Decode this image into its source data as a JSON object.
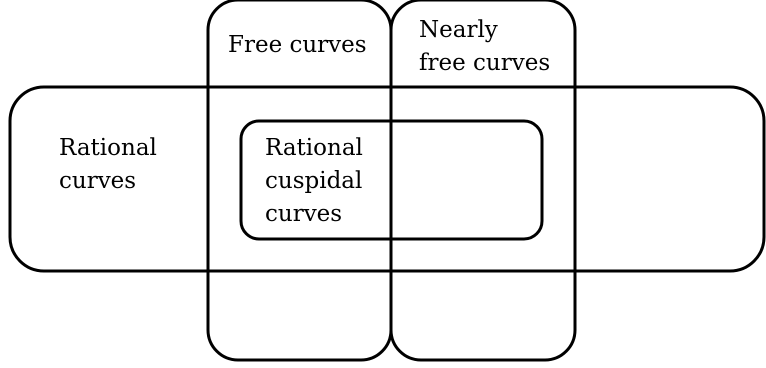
{
  "diagram": {
    "regions": {
      "free_curves": {
        "lines": [
          "Free curves"
        ]
      },
      "nearly_free_curves": {
        "lines": [
          "Nearly",
          "free curves"
        ]
      },
      "rational_curves": {
        "lines": [
          "Rational",
          "curves"
        ]
      },
      "rational_cuspidal_curves": {
        "lines": [
          "Rational",
          "cuspidal",
          "curves"
        ]
      }
    },
    "colors": {
      "stroke": "#000000",
      "background": "#ffffff"
    }
  }
}
